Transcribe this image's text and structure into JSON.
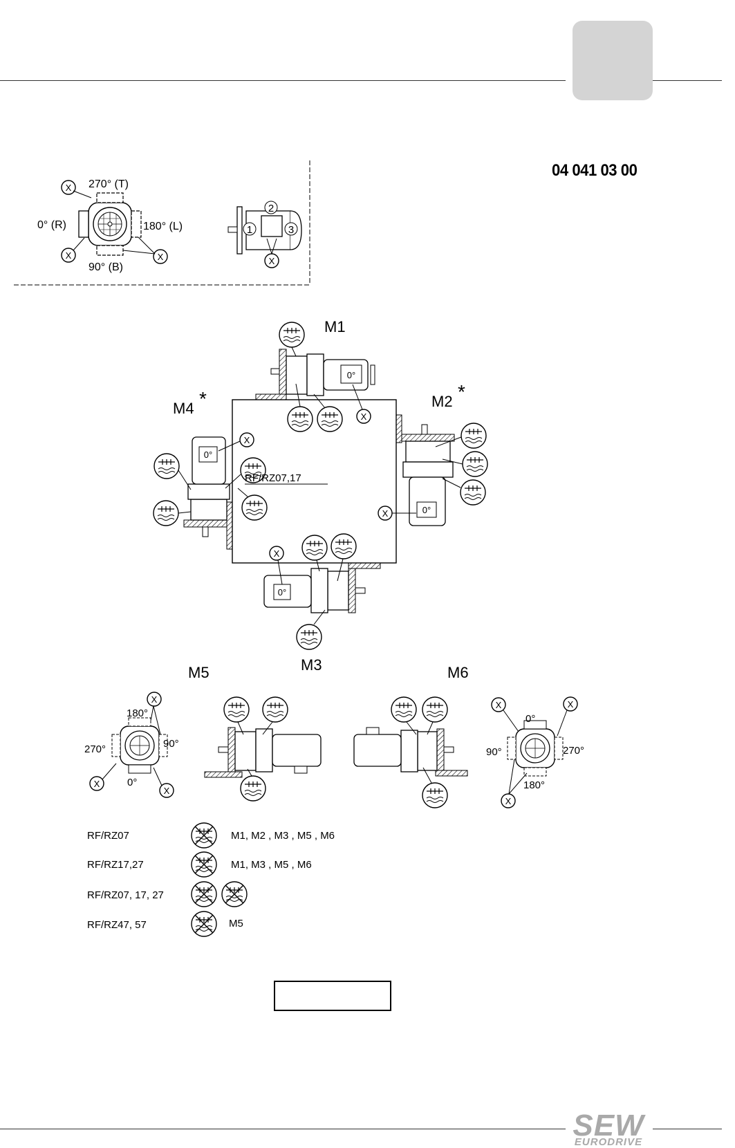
{
  "document": {
    "number": "04 041 03 00",
    "brand": {
      "main": "SEW",
      "sub": "EURODRIVE"
    }
  },
  "terminal_box": {
    "pos_top": "270° (T)",
    "pos_left": "0° (R)",
    "pos_right": "180° (L)",
    "pos_bottom": "90° (B)",
    "x_marker": "X",
    "numbers": [
      "1",
      "2",
      "3"
    ]
  },
  "mounting_positions": {
    "m1": "M1",
    "m2": "M2",
    "m3": "M3",
    "m4": "M4",
    "m5": "M5",
    "m6": "M6",
    "star": "*",
    "zero_deg": "0°",
    "note_rf": "RF/RZ07,17"
  },
  "m5_angles": {
    "top": "180°",
    "left": "270°",
    "right": "90°",
    "bottom": "0°"
  },
  "m6_angles": {
    "top": "0°",
    "left": "90°",
    "right": "270°",
    "bottom": "180°"
  },
  "legend": [
    {
      "type": "RF/RZ07",
      "positions": "M1, M2 , M3 , M5 , M6"
    },
    {
      "type": "RF/RZ17,27",
      "positions": "M1, M3 , M5 , M6"
    },
    {
      "type": "RF/RZ07, 17, 27",
      "positions": ""
    },
    {
      "type": "RF/RZ47, 57",
      "positions": "M5"
    }
  ],
  "colors": {
    "tab": "#d4d4d4",
    "logo": "#a9a9a9",
    "line": "#000000"
  }
}
